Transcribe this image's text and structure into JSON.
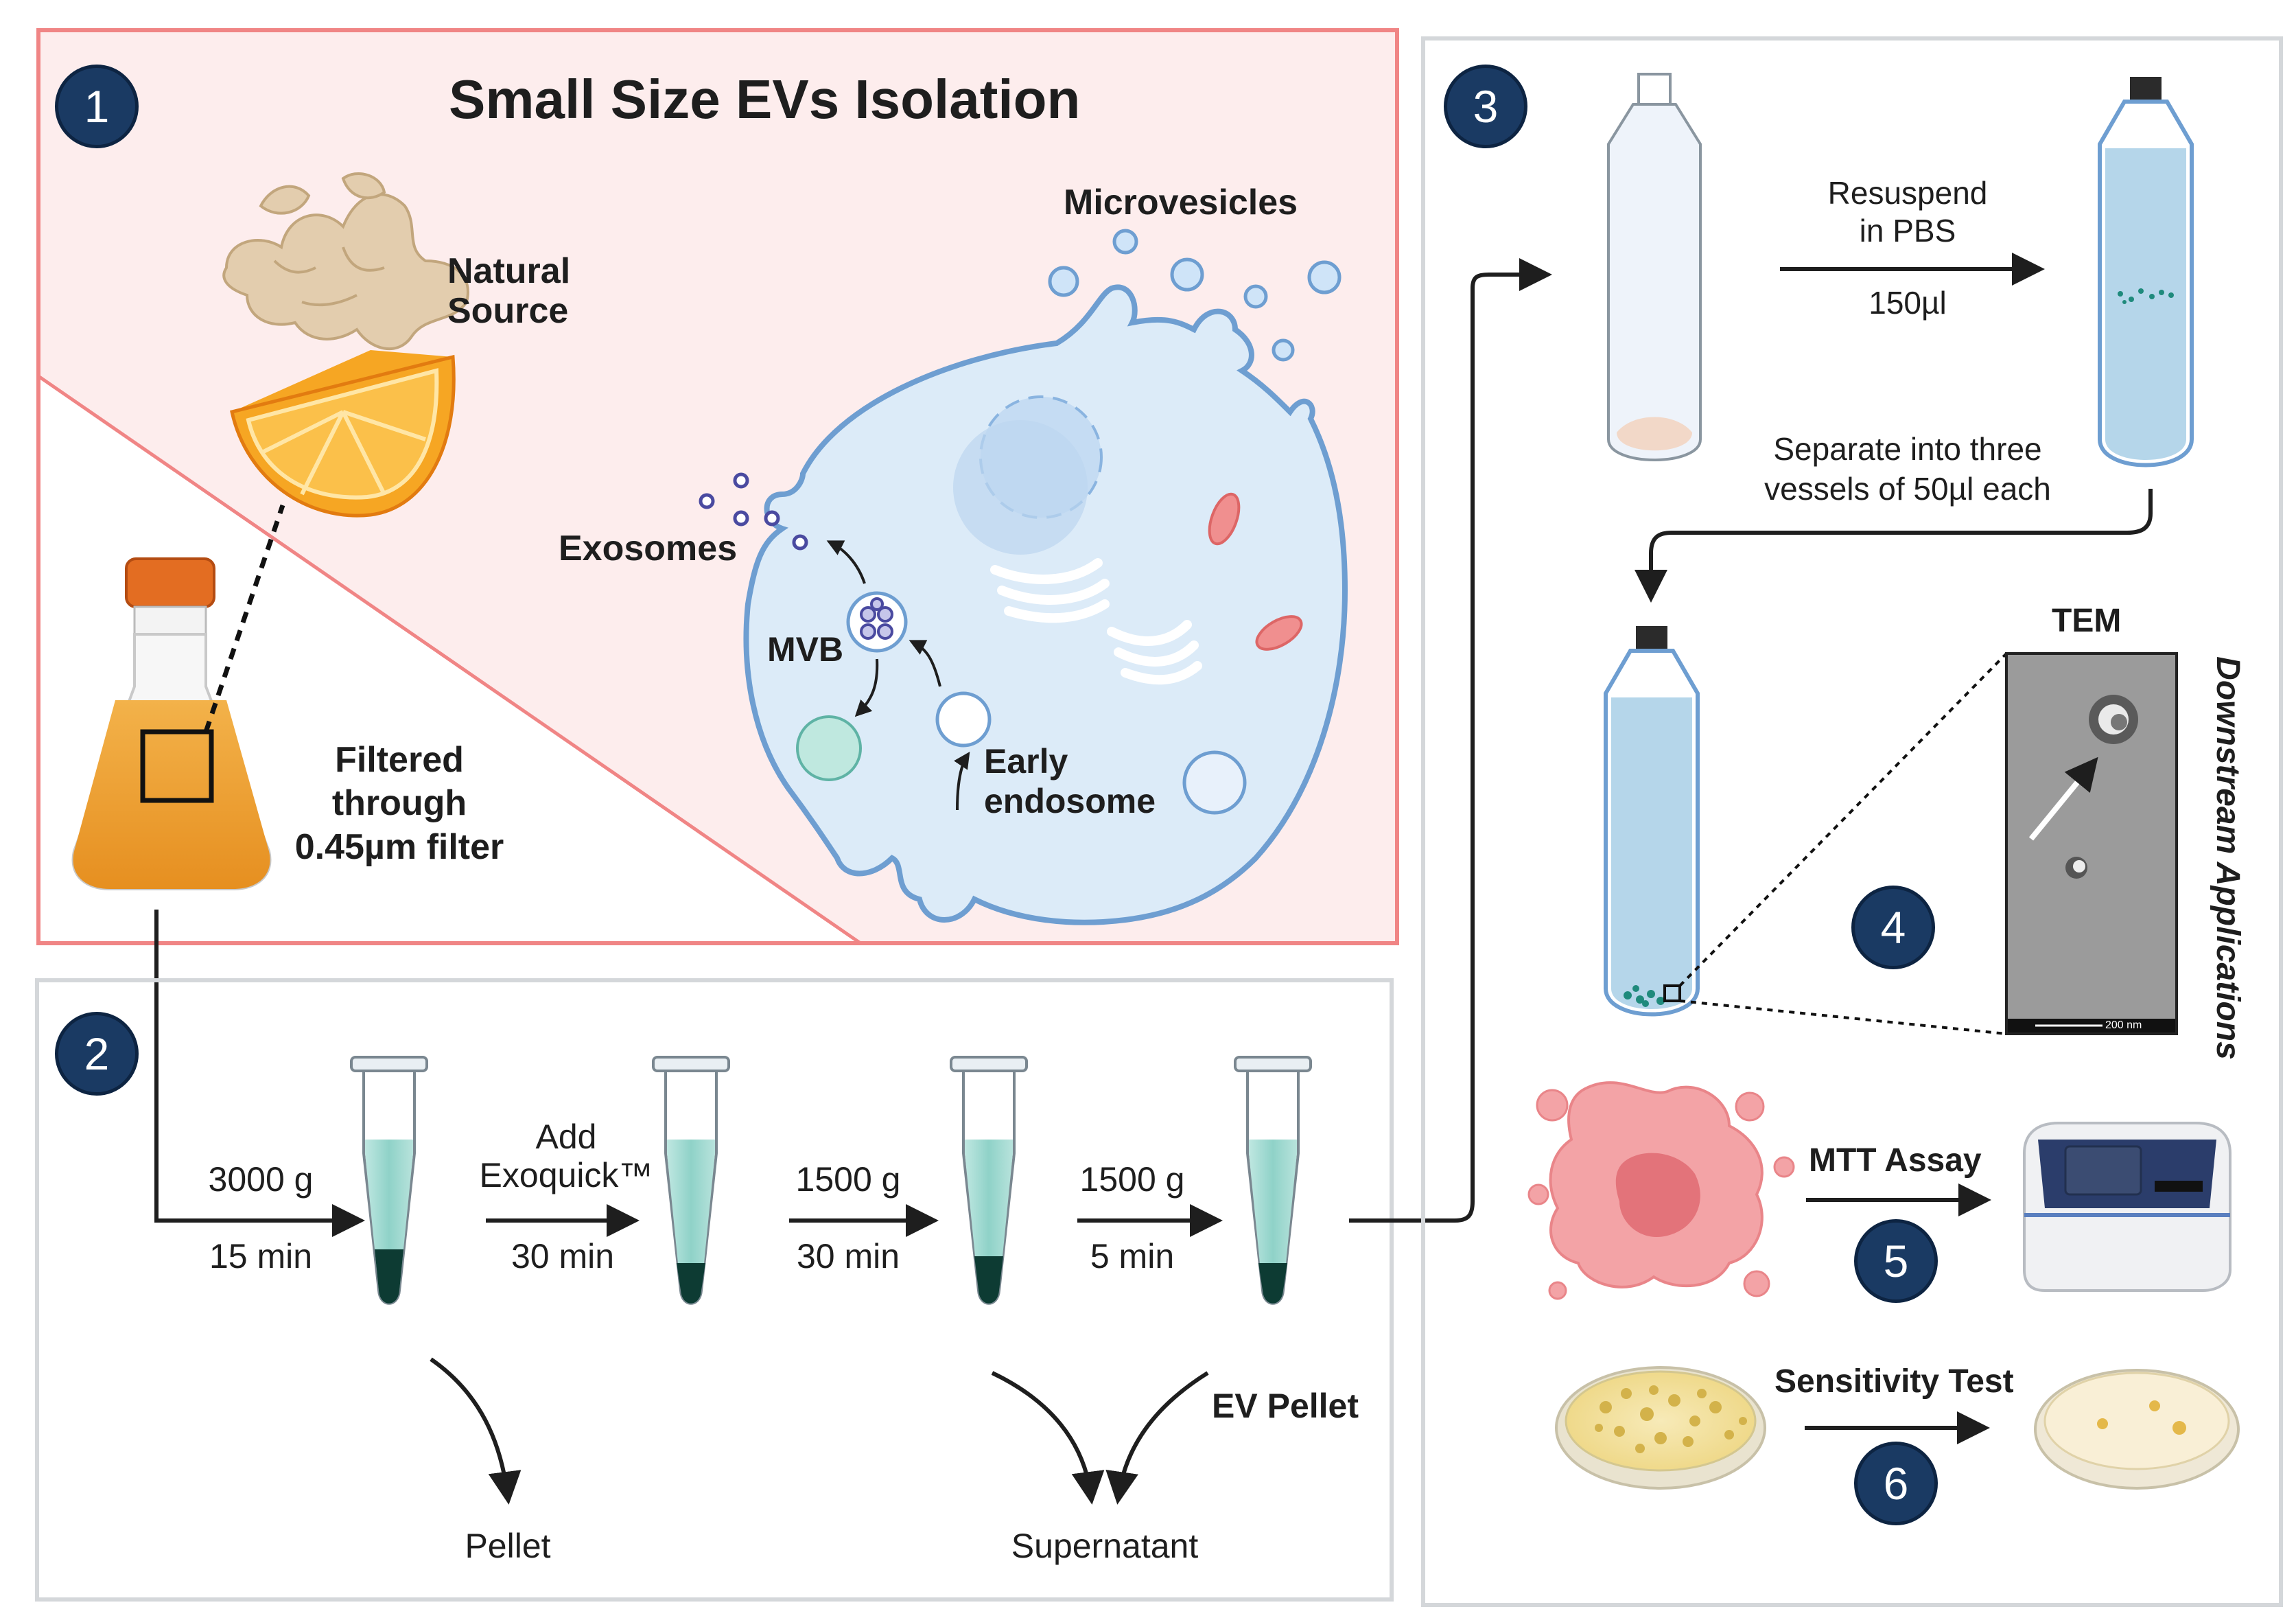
{
  "panel1": {
    "badge": "1",
    "title": "Small Size EVs Isolation",
    "natural_source": [
      "Natural",
      "Source"
    ],
    "filter_text": [
      "Filtered",
      "through",
      "0.45µm filter"
    ],
    "microvesicles": "Microvesicles",
    "exosomes": "Exosomes",
    "mvb": "MVB",
    "early_endosome": [
      "Early",
      "endosome"
    ]
  },
  "panel2": {
    "badge": "2",
    "steps": [
      {
        "top": "3000 g",
        "bottom": "15 min"
      },
      {
        "top_lines": [
          "Add",
          "Exoquick™"
        ],
        "bottom": "30 min"
      },
      {
        "top": "1500 g",
        "bottom": "30 min"
      },
      {
        "top": "1500 g",
        "bottom": "5 min"
      }
    ],
    "pellet": "Pellet",
    "supernatant": "Supernatant",
    "ev_pellet": "EV Pellet"
  },
  "panel3": {
    "badge": "3",
    "resuspend": [
      "Resuspend",
      "in PBS"
    ],
    "volume": "150µl",
    "separate": [
      "Separate into three",
      "vessels of 50µl each"
    ],
    "tem": "TEM",
    "scale": "200 nm",
    "downstream": "Downstream Applications",
    "badge4": "4",
    "mtt": "MTT Assay",
    "badge5": "5",
    "sensitivity": "Sensitivity Test",
    "badge6": "6"
  },
  "colors": {
    "panel1_border": "#f08585",
    "panel1_fill": "#fdeded",
    "panel_border": "#d4d7da",
    "badge": "#1a3a63",
    "cell_fill": "#dcebf8",
    "cell_stroke": "#6e9ed1",
    "tube_liquid": "#a8dcd6",
    "pellet": "#0d3b33",
    "orange": "#f29a1e",
    "flask_liquid": "#eda23a",
    "cap_orange": "#e36d22"
  }
}
